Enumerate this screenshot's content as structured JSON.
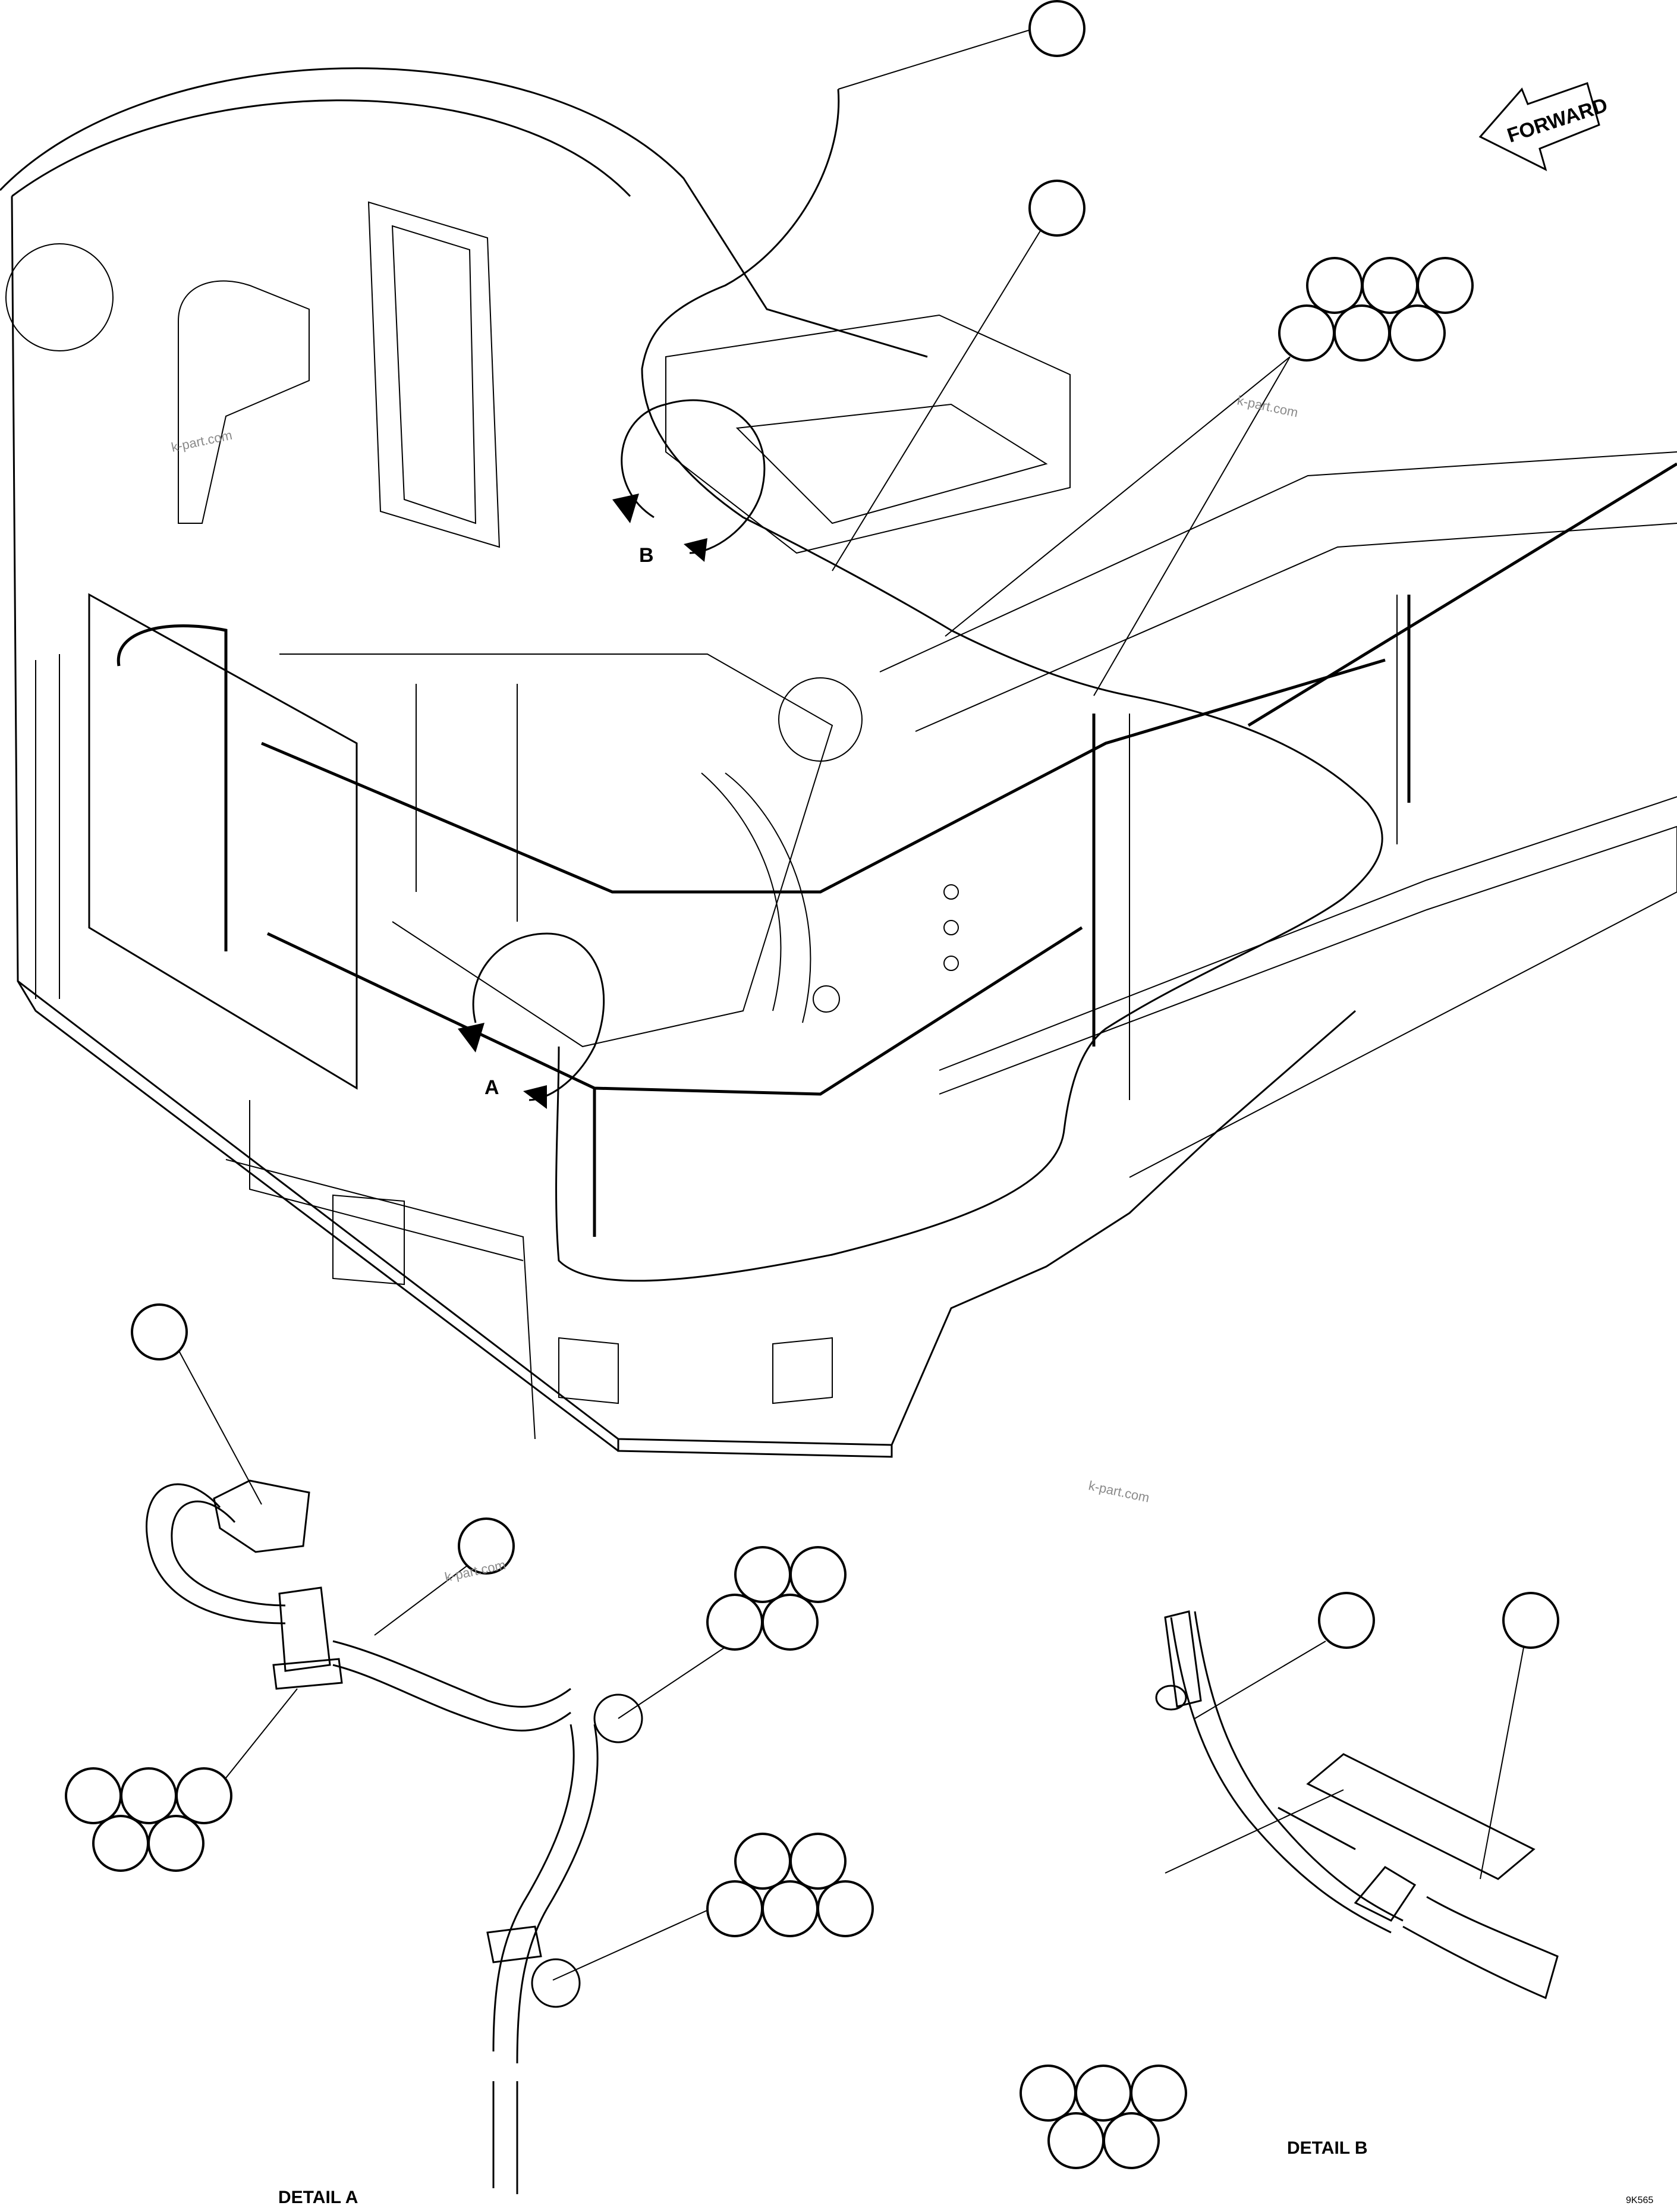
{
  "diagram": {
    "forward_label": "FORWARD",
    "view_labels": {
      "a": "A",
      "b": "B"
    },
    "detail_a_label": "DETAIL A",
    "detail_b_label": "DETAIL B",
    "figure_number": "9K565",
    "watermark": "k-part.com"
  }
}
